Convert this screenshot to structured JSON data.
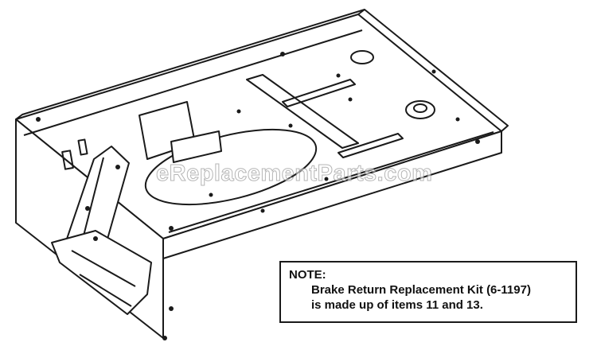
{
  "watermark": "eReplacementParts.com",
  "note": {
    "title": "NOTE:",
    "lines": [
      "Brake Return Replacement Kit (6-1197)",
      "is made up of items 11 and 13."
    ]
  },
  "colors": {
    "line": "#1a1a1a",
    "background": "#ffffff"
  }
}
